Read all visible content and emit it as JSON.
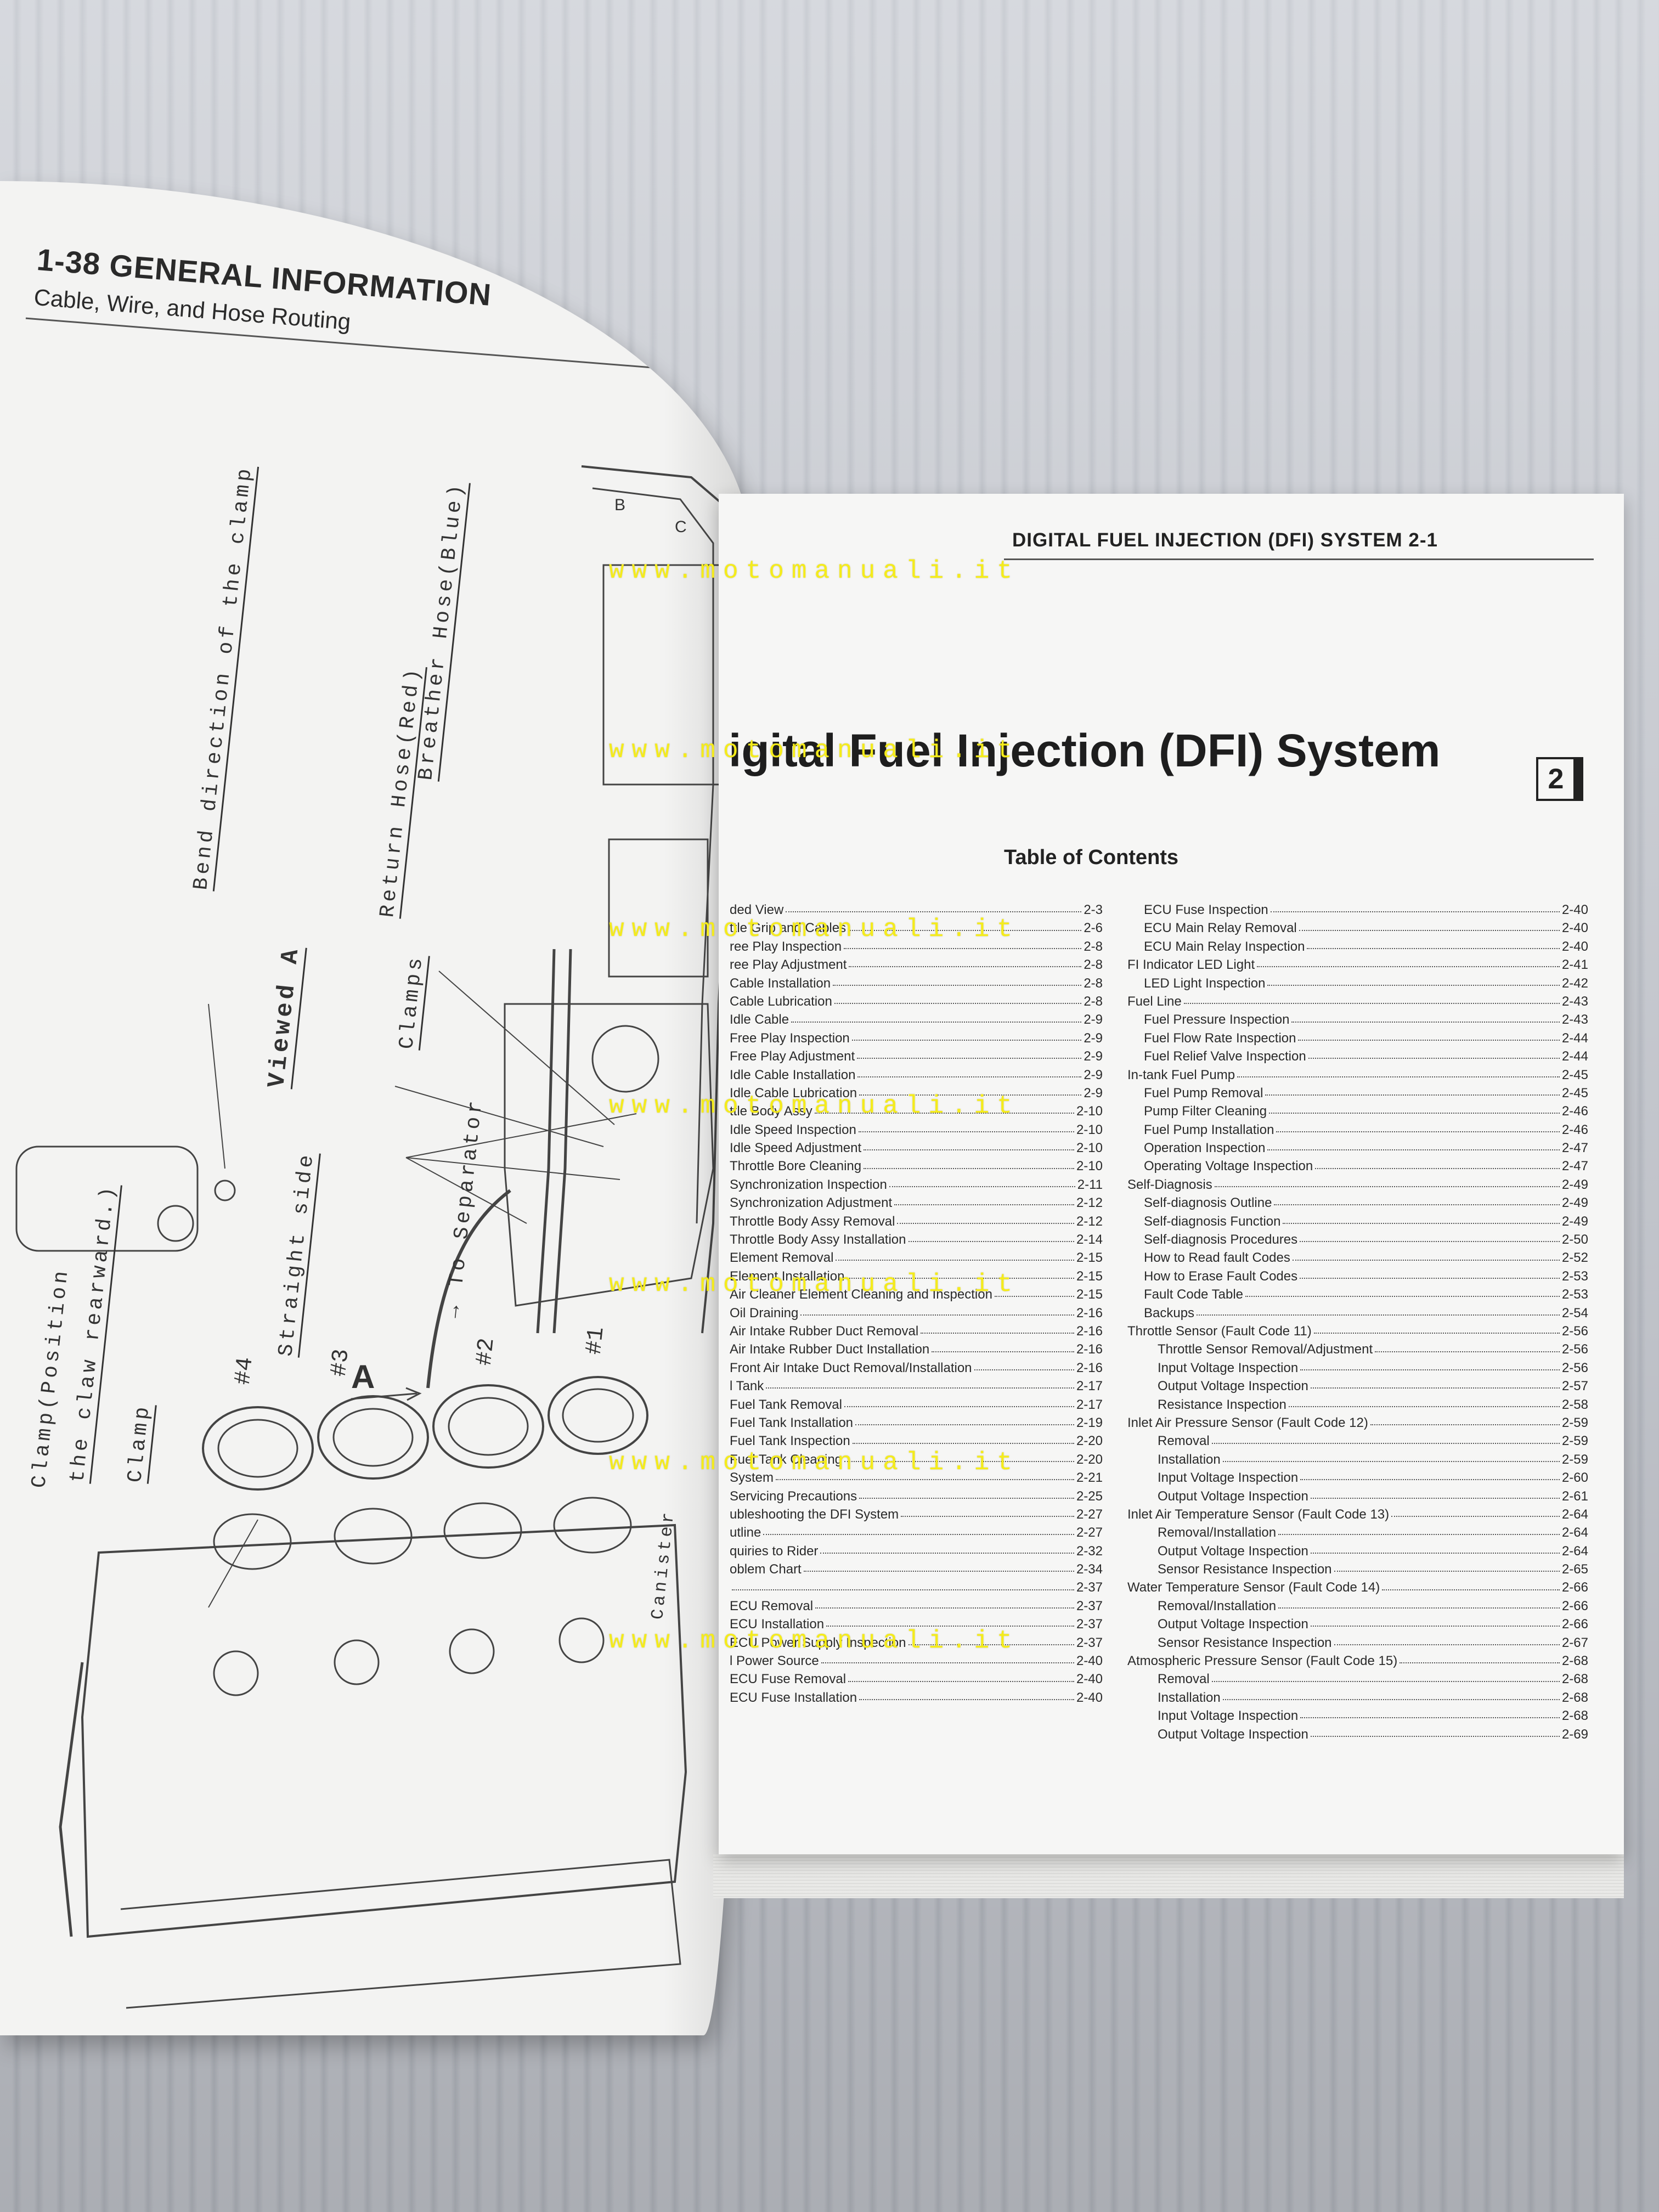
{
  "left_page": {
    "title": "1-38 GENERAL INFORMATION",
    "subtitle": "Cable, Wire, and Hose Routing",
    "labels": {
      "bend_direction": "Bend direction of the clamp",
      "viewed_a": "Viewed A",
      "clamps": "Clamps",
      "return_hose": "Return Hose(Red)",
      "breather_hose": "Breather Hose(Blue)",
      "to_separator": "→ To Separator",
      "clamp_position_1": "Clamp(Position",
      "clamp_position_2": "the claw rearward.)",
      "clamp": "Clamp",
      "straight_side": "Straight side",
      "canister": "Canister",
      "arrow_a": "A",
      "view_b": "B",
      "view_c": "C",
      "cyl1": "#1",
      "cyl2": "#2",
      "cyl3": "#3",
      "cyl4": "#4"
    }
  },
  "right_page": {
    "header": "DIGITAL FUEL INJECTION (DFI) SYSTEM 2-1",
    "chapter_title": "igital Fuel Injection (DFI) System",
    "chapter_number": "2",
    "toc_heading": "Table of Contents",
    "toc_left": [
      {
        "title": "ded View",
        "page": "2-3",
        "level": 1
      },
      {
        "title": "ttle Grip and Cables",
        "page": "2-6",
        "level": 1
      },
      {
        "title": "ree Play Inspection",
        "page": "2-8",
        "level": 1
      },
      {
        "title": "ree Play Adjustment",
        "page": "2-8",
        "level": 1
      },
      {
        "title": "Cable Installation",
        "page": "2-8",
        "level": 1
      },
      {
        "title": "Cable Lubrication",
        "page": "2-8",
        "level": 1
      },
      {
        "title": "Idle Cable",
        "page": "2-9",
        "level": 1
      },
      {
        "title": "Free Play Inspection",
        "page": "2-9",
        "level": 1
      },
      {
        "title": "Free Play Adjustment",
        "page": "2-9",
        "level": 1
      },
      {
        "title": "Idle Cable Installation",
        "page": "2-9",
        "level": 1
      },
      {
        "title": "Idle Cable Lubrication",
        "page": "2-9",
        "level": 1
      },
      {
        "title": "ttle Body Assy",
        "page": "2-10",
        "level": 1
      },
      {
        "title": "Idle Speed Inspection",
        "page": "2-10",
        "level": 1
      },
      {
        "title": "Idle Speed Adjustment",
        "page": "2-10",
        "level": 1
      },
      {
        "title": "Throttle Bore Cleaning",
        "page": "2-10",
        "level": 1
      },
      {
        "title": "Synchronization Inspection",
        "page": "2-11",
        "level": 1
      },
      {
        "title": "Synchronization Adjustment",
        "page": "2-12",
        "level": 1
      },
      {
        "title": "Throttle Body Assy Removal",
        "page": "2-12",
        "level": 1
      },
      {
        "title": "Throttle Body Assy Installation",
        "page": "2-14",
        "level": 1
      },
      {
        "title": "Element Removal",
        "page": "2-15",
        "level": 1
      },
      {
        "title": "Element Installation",
        "page": "2-15",
        "level": 1
      },
      {
        "title": "Air Cleaner Element Cleaning and Inspection",
        "page": "2-15",
        "level": 1
      },
      {
        "title": "Oil Draining",
        "page": "2-16",
        "level": 1
      },
      {
        "title": "Air Intake Rubber Duct Removal",
        "page": "2-16",
        "level": 1
      },
      {
        "title": "Air Intake Rubber Duct Installation",
        "page": "2-16",
        "level": 1
      },
      {
        "title": "Front Air Intake Duct Removal/Installation",
        "page": "2-16",
        "level": 1
      },
      {
        "title": "l Tank",
        "page": "2-17",
        "level": 1
      },
      {
        "title": "Fuel Tank Removal",
        "page": "2-17",
        "level": 1
      },
      {
        "title": "Fuel Tank Installation",
        "page": "2-19",
        "level": 1
      },
      {
        "title": "Fuel Tank Inspection",
        "page": "2-20",
        "level": 1
      },
      {
        "title": "Fuel Tank Cleaning",
        "page": "2-20",
        "level": 1
      },
      {
        "title": "System",
        "page": "2-21",
        "level": 1
      },
      {
        "title": "Servicing Precautions",
        "page": "2-25",
        "level": 1
      },
      {
        "title": "ubleshooting the DFI System",
        "page": "2-27",
        "level": 1
      },
      {
        "title": "utline",
        "page": "2-27",
        "level": 1
      },
      {
        "title": "quiries to Rider",
        "page": "2-32",
        "level": 1
      },
      {
        "title": "oblem Chart",
        "page": "2-34",
        "level": 1
      },
      {
        "title": "",
        "page": "2-37",
        "level": 1
      },
      {
        "title": "ECU Removal",
        "page": "2-37",
        "level": 1
      },
      {
        "title": "ECU Installation",
        "page": "2-37",
        "level": 1
      },
      {
        "title": "ECU Power Supply Inspection",
        "page": "2-37",
        "level": 1
      },
      {
        "title": "l Power Source",
        "page": "2-40",
        "level": 1
      },
      {
        "title": "ECU Fuse Removal",
        "page": "2-40",
        "level": 1
      },
      {
        "title": "ECU Fuse Installation",
        "page": "2-40",
        "level": 1
      }
    ],
    "toc_right": [
      {
        "title": "ECU Fuse Inspection",
        "page": "2-40",
        "level": 2
      },
      {
        "title": "ECU Main Relay Removal",
        "page": "2-40",
        "level": 2
      },
      {
        "title": "ECU Main Relay Inspection",
        "page": "2-40",
        "level": 2
      },
      {
        "title": "FI Indicator LED Light",
        "page": "2-41",
        "level": 1
      },
      {
        "title": "LED Light Inspection",
        "page": "2-42",
        "level": 2
      },
      {
        "title": "Fuel Line",
        "page": "2-43",
        "level": 1
      },
      {
        "title": "Fuel Pressure Inspection",
        "page": "2-43",
        "level": 2
      },
      {
        "title": "Fuel Flow Rate Inspection",
        "page": "2-44",
        "level": 2
      },
      {
        "title": "Fuel Relief Valve Inspection",
        "page": "2-44",
        "level": 2
      },
      {
        "title": "In-tank Fuel Pump",
        "page": "2-45",
        "level": 1
      },
      {
        "title": "Fuel Pump Removal",
        "page": "2-45",
        "level": 2
      },
      {
        "title": "Pump Filter Cleaning",
        "page": "2-46",
        "level": 2
      },
      {
        "title": "Fuel Pump Installation",
        "page": "2-46",
        "level": 2
      },
      {
        "title": "Operation Inspection",
        "page": "2-47",
        "level": 2
      },
      {
        "title": "Operating Voltage Inspection",
        "page": "2-47",
        "level": 2
      },
      {
        "title": "Self-Diagnosis",
        "page": "2-49",
        "level": 1
      },
      {
        "title": "Self-diagnosis Outline",
        "page": "2-49",
        "level": 2
      },
      {
        "title": "Self-diagnosis Function",
        "page": "2-49",
        "level": 2
      },
      {
        "title": "Self-diagnosis Procedures",
        "page": "2-50",
        "level": 2
      },
      {
        "title": "How to Read fault Codes",
        "page": "2-52",
        "level": 2
      },
      {
        "title": "How to Erase Fault Codes",
        "page": "2-53",
        "level": 2
      },
      {
        "title": "Fault Code Table",
        "page": "2-53",
        "level": 2
      },
      {
        "title": "Backups",
        "page": "2-54",
        "level": 2
      },
      {
        "title": "Throttle Sensor (Fault Code 11)",
        "page": "2-56",
        "level": 1
      },
      {
        "title": "Throttle Sensor Removal/Adjustment",
        "page": "2-56",
        "level": 3
      },
      {
        "title": "Input Voltage Inspection",
        "page": "2-56",
        "level": 3
      },
      {
        "title": "Output Voltage Inspection",
        "page": "2-57",
        "level": 3
      },
      {
        "title": "Resistance Inspection",
        "page": "2-58",
        "level": 3
      },
      {
        "title": "Inlet Air Pressure Sensor (Fault Code 12)",
        "page": "2-59",
        "level": 1
      },
      {
        "title": "Removal",
        "page": "2-59",
        "level": 3
      },
      {
        "title": "Installation",
        "page": "2-59",
        "level": 3
      },
      {
        "title": "Input Voltage Inspection",
        "page": "2-60",
        "level": 3
      },
      {
        "title": "Output Voltage Inspection",
        "page": "2-61",
        "level": 3
      },
      {
        "title": "Inlet Air Temperature Sensor (Fault Code 13)",
        "page": "2-64",
        "level": 1
      },
      {
        "title": "Removal/Installation",
        "page": "2-64",
        "level": 3
      },
      {
        "title": "Output Voltage Inspection",
        "page": "2-64",
        "level": 3
      },
      {
        "title": "Sensor Resistance Inspection",
        "page": "2-65",
        "level": 3
      },
      {
        "title": "Water Temperature Sensor (Fault Code 14)",
        "page": "2-66",
        "level": 1
      },
      {
        "title": "Removal/Installation",
        "page": "2-66",
        "level": 3
      },
      {
        "title": "Output Voltage Inspection",
        "page": "2-66",
        "level": 3
      },
      {
        "title": "Sensor Resistance Inspection",
        "page": "2-67",
        "level": 3
      },
      {
        "title": "Atmospheric Pressure Sensor (Fault Code 15)",
        "page": "2-68",
        "level": 1
      },
      {
        "title": "Removal",
        "page": "2-68",
        "level": 3
      },
      {
        "title": "Installation",
        "page": "2-68",
        "level": 3
      },
      {
        "title": "Input Voltage Inspection",
        "page": "2-68",
        "level": 3
      },
      {
        "title": "Output Voltage Inspection",
        "page": "2-69",
        "level": 3
      }
    ]
  },
  "watermark": "www.motomanuali.it",
  "colors": {
    "watermark": "#f5ec1a",
    "ink": "#2a2a2a",
    "paper": "#f6f6f5"
  }
}
